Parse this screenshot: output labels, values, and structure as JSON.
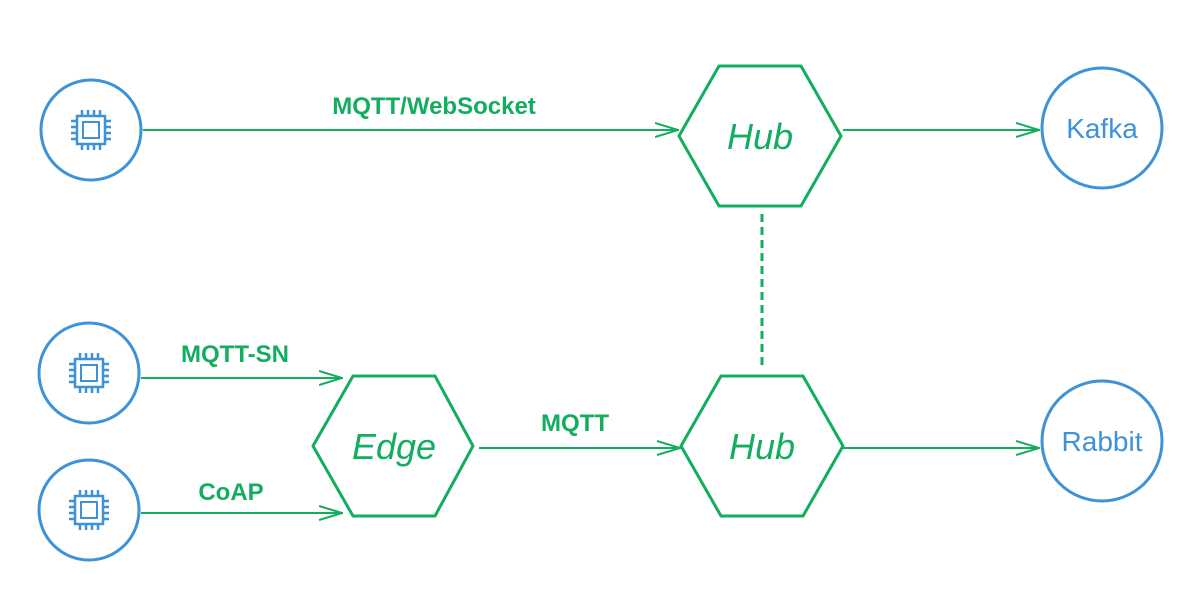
{
  "colors": {
    "green": "#12ad5e",
    "blue": "#3d92d8",
    "background": "#ffffff"
  },
  "devices": [
    {
      "icon": "cpu-chip-icon"
    },
    {
      "icon": "cpu-chip-icon"
    },
    {
      "icon": "cpu-chip-icon"
    }
  ],
  "nodes": {
    "hub_top": "Hub",
    "hub_bottom": "Hub",
    "edge": "Edge"
  },
  "sinks": {
    "kafka": "Kafka",
    "rabbit": "Rabbit"
  },
  "connections": {
    "device1_to_hub": "MQTT/WebSocket",
    "device2_to_edge": "MQTT-SN",
    "device3_to_edge": "CoAP",
    "edge_to_hub": "MQTT"
  }
}
